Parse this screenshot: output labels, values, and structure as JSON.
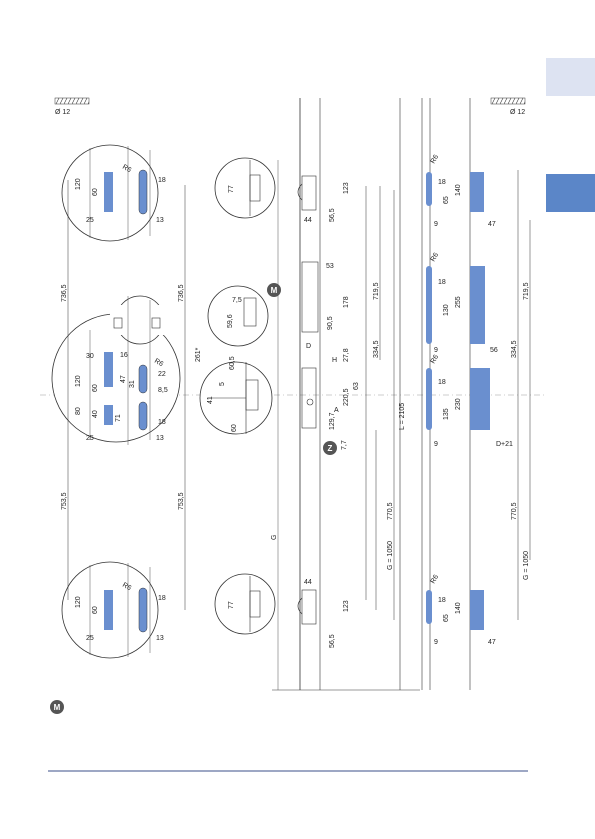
{
  "hatch_left": {
    "label": "Ø 12"
  },
  "hatch_right": {
    "label": "Ø 12"
  },
  "markers": {
    "m": "M",
    "z": "Z",
    "legend": "M"
  },
  "colors": {
    "blue": "#6a8fcf",
    "tab_light": "#dde3f2",
    "tab_dark": "#5b86c8",
    "footer": "#3b4f8a"
  },
  "detail_top": {
    "d120": "120",
    "d60": "60",
    "d25": "25",
    "r6": "R6",
    "d18": "18",
    "d13": "13"
  },
  "detail_mid": {
    "d30": "30",
    "d120": "120",
    "d60": "60",
    "d80": "80",
    "d40": "40",
    "d25": "25",
    "d16": "16",
    "d47": "47",
    "d31": "31",
    "d71": "71",
    "r6": "R6",
    "d22": "22",
    "d85": "8,5",
    "d18": "18",
    "d13": "13"
  },
  "detail_bot": {
    "d120": "120",
    "d60": "60",
    "d25": "25",
    "r6": "R6",
    "d18": "18",
    "d13": "13"
  },
  "left_dims": {
    "a": "736,5",
    "b": "753,5",
    "c": "736,5",
    "d": "753,5"
  },
  "small_circles": {
    "top77": "77",
    "c75": "7,5",
    "c596": "59,6",
    "c261": "261*",
    "c41": "41",
    "c5": "5",
    "c605": "60,5",
    "c60": "60",
    "bot77": "77"
  },
  "main": {
    "d44t": "44",
    "d565t": "56,5",
    "d123t": "123",
    "d53": "53",
    "d90": "90,5",
    "d178": "178",
    "d7195": "719,5",
    "d3345": "334,5",
    "dD": "D",
    "dH": "H",
    "d278": "27,8",
    "d63": "63",
    "dA": "A",
    "d1297": "129,7",
    "d2205": "220,5",
    "d77": "7,7",
    "dL": "L = 2105",
    "dG": "G",
    "d7705": "770,5",
    "dG1050": "G = 1050",
    "d44b": "44",
    "d565b": "56,5",
    "d123b": "123"
  },
  "strip": {
    "r6a": "R6",
    "d18a": "18",
    "d65a": "65",
    "d140a": "140",
    "d9a": "9",
    "d47a": "47",
    "r6b": "R6",
    "d18b": "18",
    "d130": "130",
    "d255": "255",
    "d9b": "9",
    "d56": "56",
    "r6c": "R6",
    "d18c": "18",
    "d135": "135",
    "d230": "230",
    "d9c": "9",
    "dD21": "D+21",
    "r6d": "R6",
    "d18d": "18",
    "d65d": "65",
    "d140d": "140",
    "d9d": "9",
    "d47d": "47"
  },
  "right_dims": {
    "a": "719,5",
    "b": "334,5",
    "c": "770,5",
    "d": "G = 1050"
  }
}
